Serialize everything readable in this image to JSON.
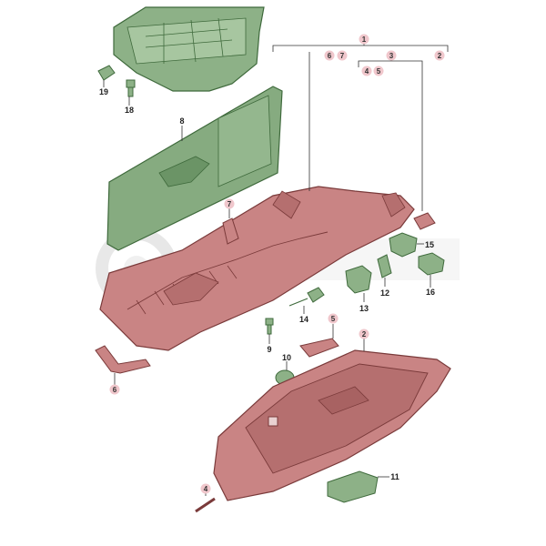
{
  "callouts": {
    "c1": "1",
    "c2": "2",
    "c3": "3",
    "c4": "4",
    "c5": "5",
    "c6": "6",
    "c7": "7",
    "c8": "8",
    "c9": "9",
    "c10": "10",
    "c11": "11",
    "c12": "12",
    "c13": "13",
    "c14": "14",
    "c15": "15",
    "c16": "16",
    "c18": "18",
    "c19": "19"
  },
  "colors": {
    "green_part": "#7fa57a",
    "green_dark": "#4f7a4c",
    "red_part": "#b46a6a",
    "red_dark": "#7a3a3a",
    "badge_fill": "#f0c7cc",
    "watermark": "#d9d9d9"
  }
}
